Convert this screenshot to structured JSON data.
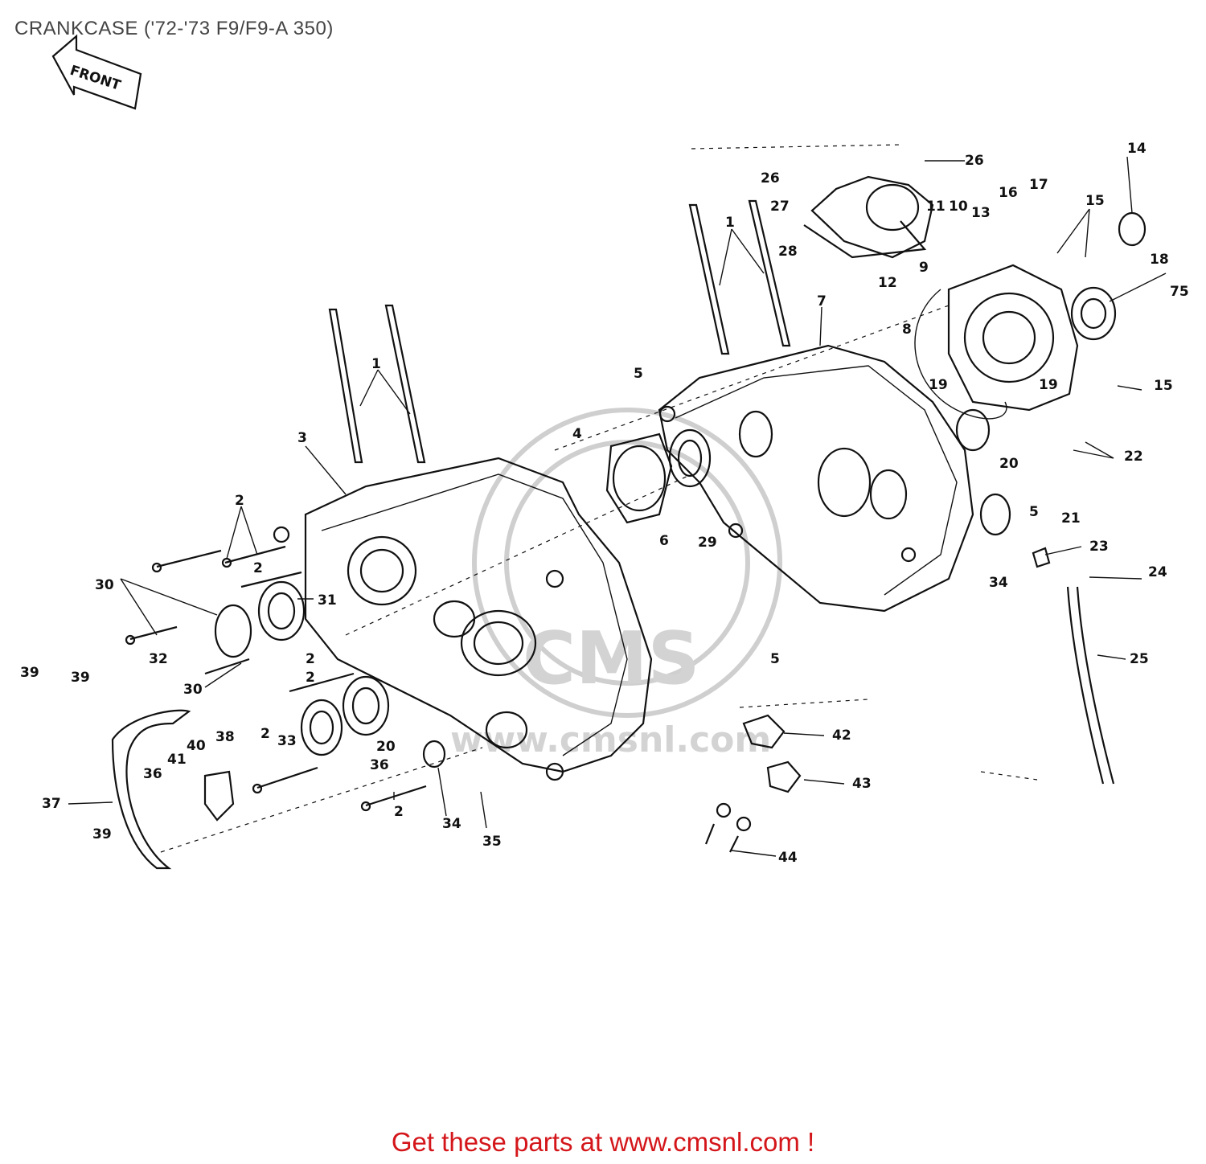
{
  "title": "CRANKCASE ('72-'73 F9/F9-A 350)",
  "direction_label": "FRONT",
  "watermark": {
    "logo_text": "CMS",
    "url_text": "www.cmsnl.com"
  },
  "footer": {
    "text": "Get these parts at www.cmsnl.com !",
    "color": "#d4161a"
  },
  "callouts": [
    "1",
    "1",
    "2",
    "2",
    "2",
    "2",
    "2",
    "2",
    "3",
    "4",
    "5",
    "5",
    "5",
    "6",
    "7",
    "8",
    "9",
    "10",
    "11",
    "12",
    "13",
    "14",
    "15",
    "15",
    "16",
    "17",
    "18",
    "19",
    "19",
    "20",
    "20",
    "21",
    "22",
    "23",
    "24",
    "25",
    "26",
    "26",
    "27",
    "28",
    "29",
    "30",
    "30",
    "31",
    "32",
    "33",
    "34",
    "34",
    "35",
    "36",
    "36",
    "37",
    "38",
    "39",
    "39",
    "39",
    "40",
    "41",
    "42",
    "43",
    "44",
    "75"
  ]
}
